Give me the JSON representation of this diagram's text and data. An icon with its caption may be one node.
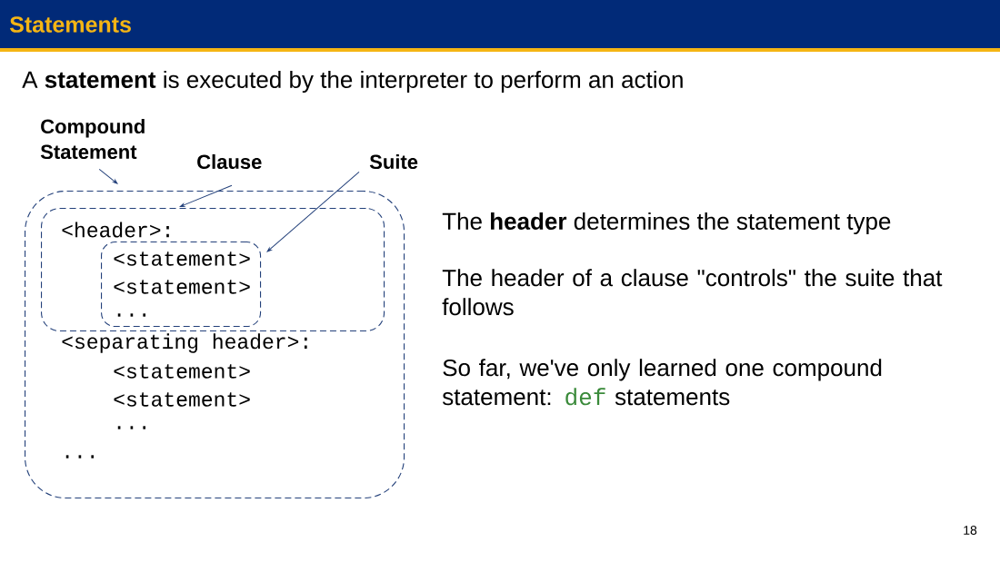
{
  "diagram": {
    "title": "Statements",
    "nodes": [
      {
        "text": [
          "Compound Statement"
        ]
      },
      {
        "text": [
          "Clause"
        ]
      },
      {
        "text": [
          "Suite"
        ]
      },
      {
        "text": [
          "<separating header>:",
          "<statement>",
          "<statement>",
          "...",
          "..."
        ]
      },
      {
        "text": [
          "<header>:"
        ],
        "in": 3
      },
      {
        "text": [
          "<statement>",
          "<statement>",
          "..."
        ],
        "in": 4
      }
    ],
    "edges": [
      {
        "from": 0,
        "to": 3,
        "arrow": "to"
      },
      {
        "from": 1,
        "to": 4,
        "arrow": "to"
      },
      {
        "from": 2,
        "to": 5,
        "arrow": "to"
      }
    ],
    "labels": [
      "A **statement** is executed by the interpreter to perform an action",
      "The **header** determines the statement type",
      "The header of a clause \"controls\" the suite that follows",
      "So far, we've only learned one compound statement:",
      "def",
      "statements",
      "18"
    ]
  }
}
